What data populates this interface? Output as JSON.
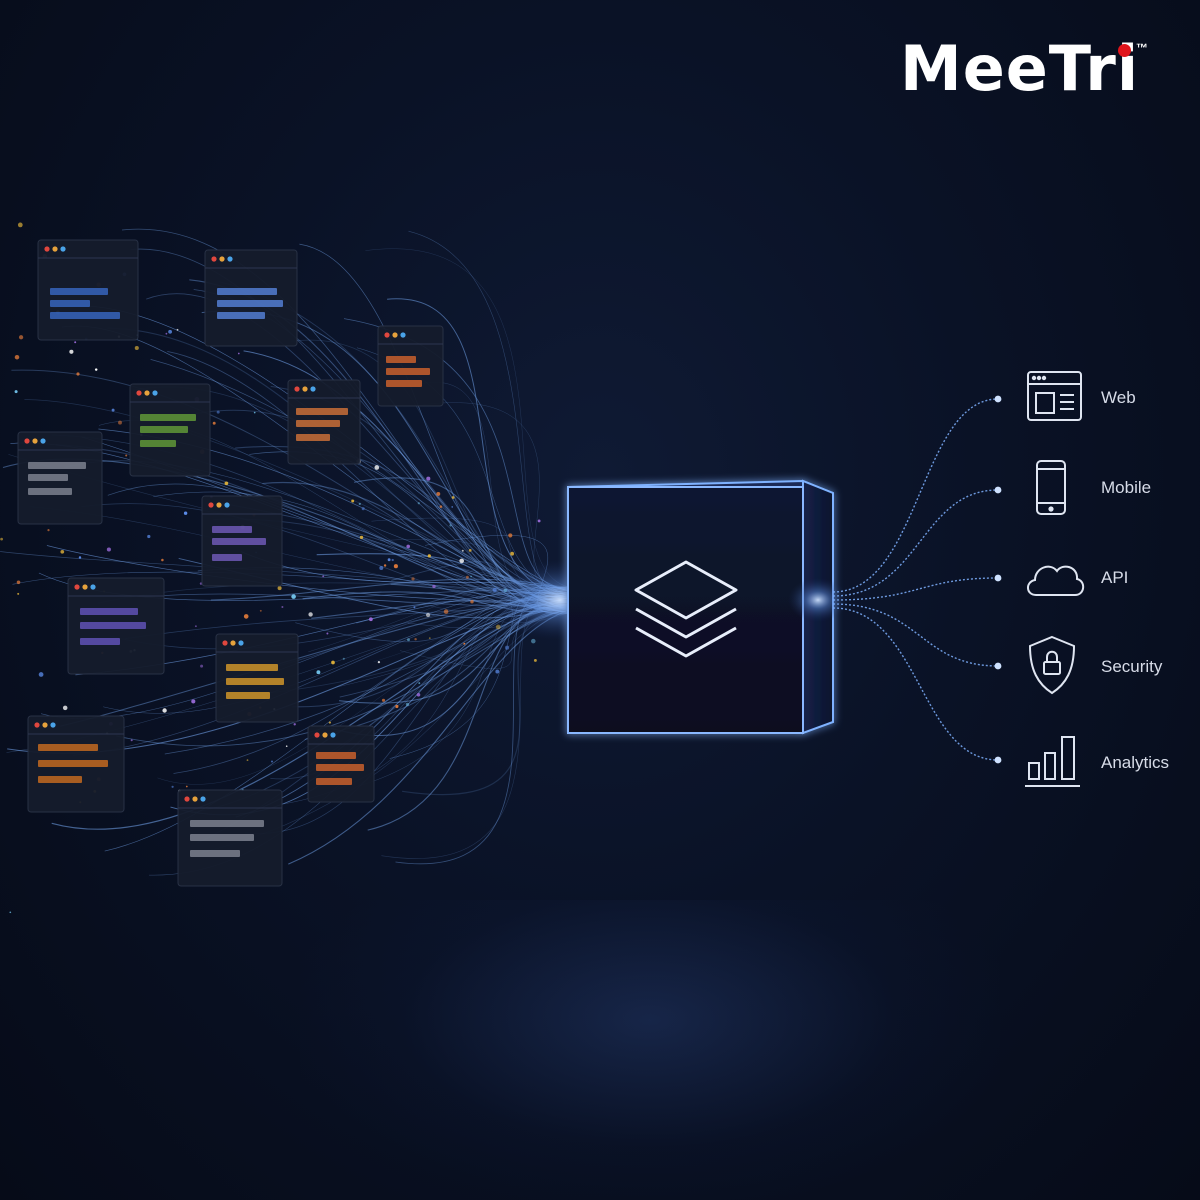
{
  "brand": {
    "name": "MeeTri",
    "trademark": "™",
    "accent_color": "#e0141b"
  },
  "hub": {
    "icon": "layers-stack-icon"
  },
  "outputs": [
    {
      "label": "Web",
      "icon": "browser-window-icon"
    },
    {
      "label": "Mobile",
      "icon": "smartphone-icon"
    },
    {
      "label": "API",
      "icon": "cloud-icon"
    },
    {
      "label": "Security",
      "icon": "shield-lock-icon"
    },
    {
      "label": "Analytics",
      "icon": "bar-chart-icon"
    }
  ],
  "input_windows": [
    {
      "content_color": "#3b6fd0"
    },
    {
      "content_color": "#5b8be8"
    },
    {
      "content_color": "#e06a2c"
    },
    {
      "content_color": "#6aa83a"
    },
    {
      "content_color": "#e0793a"
    },
    {
      "content_color": "#8a8f9c"
    },
    {
      "content_color": "#7a62c8"
    },
    {
      "content_color": "#6a5ac8"
    },
    {
      "content_color": "#e8a62a"
    },
    {
      "content_color": "#d9741f"
    },
    {
      "content_color": "#e06a2c"
    },
    {
      "content_color": "#8a8f9c"
    }
  ],
  "colors": {
    "background": "#0a1226",
    "glow": "#7fb2ff",
    "line": "#6f9fe6"
  }
}
